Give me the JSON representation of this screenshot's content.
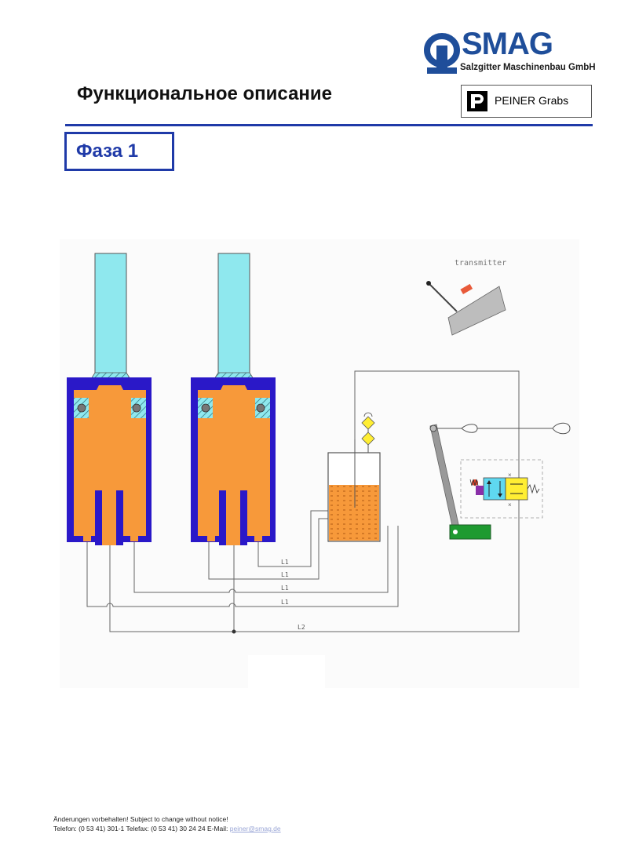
{
  "header": {
    "logo_word": "SMAG",
    "logo_subtitle": "Salzgitter Maschinenbau GmbH",
    "title": "Функциональное описание",
    "brand_label": "PEINER Grabs"
  },
  "phase": {
    "label": "Фаза 1"
  },
  "diagram": {
    "transmitter_label": "transmitter",
    "line_labels": [
      "L1",
      "L1",
      "L1",
      "L1",
      "L2"
    ]
  },
  "footer": {
    "line1": "Änderungen vorbehalten! Subject to change without notice!",
    "line2_prefix": "Telefon: (0 53 41) 301-1 Telefax: (0 53 41) 30 24 24 E-Mail: ",
    "email": "peiner@smag.de"
  },
  "colors": {
    "brand_blue": "#1f4e9a",
    "rule_blue": "#1f3aa8",
    "cylinder_blue": "#2a18c8",
    "oil_orange": "#f7993a",
    "rod_cyan": "#8fe8ee",
    "valve_yellow": "#ffee33",
    "lever_green": "#1e9a30"
  }
}
